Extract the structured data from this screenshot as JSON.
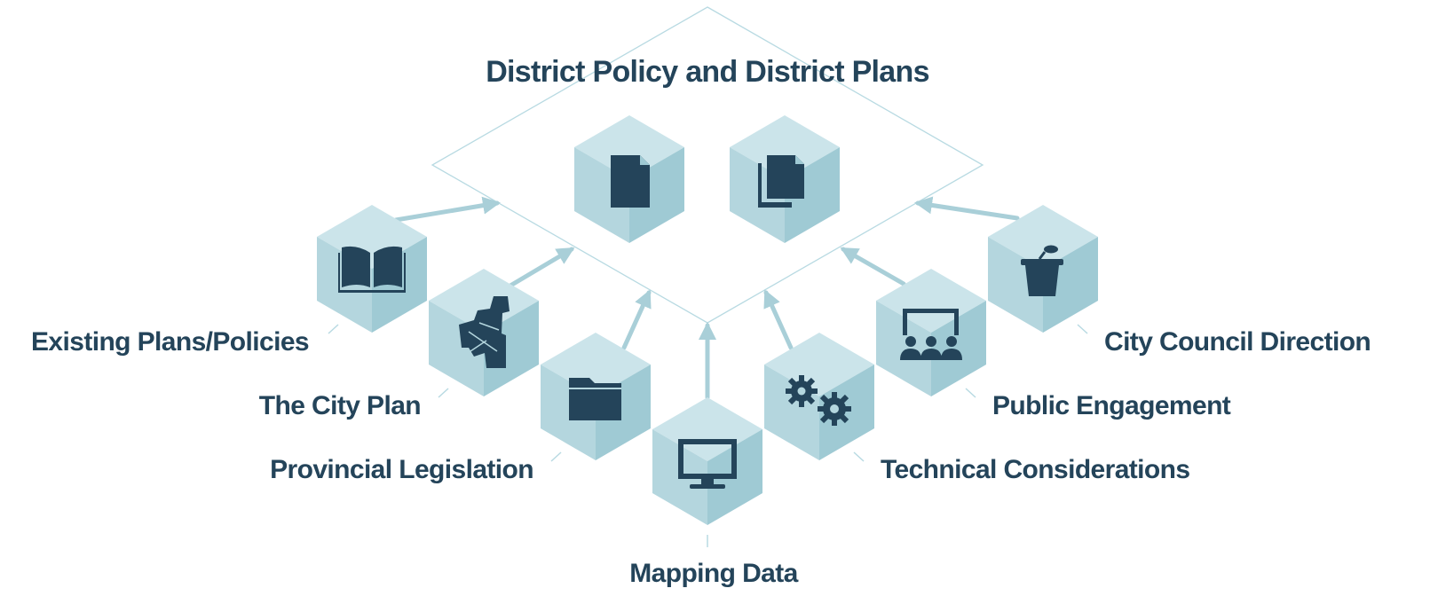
{
  "diagram": {
    "title": "District Policy and District Plans",
    "inputs": [
      {
        "label": "Existing Plans/Policies",
        "icon": "open-book-icon"
      },
      {
        "label": "The City Plan",
        "icon": "city-map-icon"
      },
      {
        "label": "Provincial Legislation",
        "icon": "folder-icon"
      },
      {
        "label": "Mapping Data",
        "icon": "computer-monitor-icon"
      },
      {
        "label": "Technical Considerations",
        "icon": "gears-icon"
      },
      {
        "label": "Public Engagement",
        "icon": "audience-icon"
      },
      {
        "label": "City Council Direction",
        "icon": "podium-microphone-icon"
      }
    ],
    "outputs": [
      {
        "icon": "document-icon"
      },
      {
        "icon": "documents-icon"
      }
    ],
    "colors": {
      "text": "#24445a",
      "icon": "#24445a",
      "hex_light": "#cbe4ea",
      "hex_mid": "#b4d6de",
      "hex_dark": "#9fcad4",
      "arrow": "#a9cfd8",
      "outline": "#b8dae2"
    }
  }
}
